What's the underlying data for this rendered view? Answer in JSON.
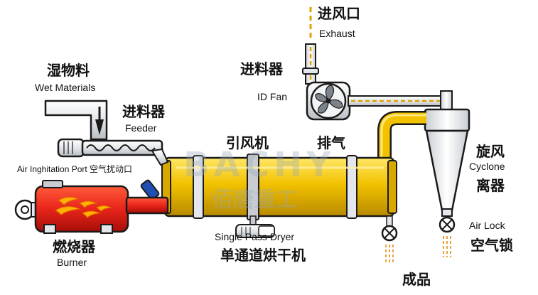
{
  "labels": {
    "exhaust_cn": "进风口",
    "exhaust_en": "Exhaust",
    "feeder_top_cn": "进料器",
    "id_fan_en": "ID Fan",
    "wet_cn": "湿物料",
    "wet_en": "Wet Materials",
    "feeder_cn": "进料器",
    "feeder_en": "Feeder",
    "induced_cn": "引风机",
    "exhaust2_cn": "排气",
    "cyclone_cn1": "旋风",
    "cyclone_en": "Cyclone",
    "cyclone_cn2": "离器",
    "air_port": "Air Inghitation Port 空气扰动口",
    "burner_cn": "燃烧器",
    "burner_en": "Burner",
    "dryer_en": "Single Pass Dryer",
    "dryer_cn": "单通道烘干机",
    "airlock_en": "Air Lock",
    "airlock_cn": "空气锁",
    "product_cn": "成品"
  },
  "watermark": {
    "brand": "BACHY",
    "cn": "佰唐重工"
  },
  "colors": {
    "dryer": "#f2c200",
    "dryer_dark": "#b88a00",
    "burner": "#e8241a",
    "flame": "#ffb000",
    "steel": "#e3e6ea",
    "outline": "#1a1a1a",
    "duct_dash": "#e0a100",
    "product": "#e8a33a"
  }
}
